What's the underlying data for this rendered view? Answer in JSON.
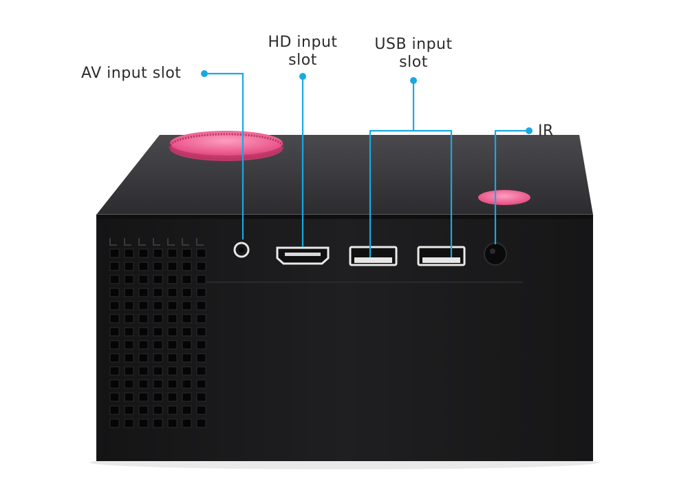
{
  "labels": {
    "av": {
      "text": "AV input slot"
    },
    "hd": {
      "line1": "HD input",
      "line2": "slot"
    },
    "usb": {
      "line1": "USB input",
      "line2": "slot"
    },
    "ir": {
      "text": "IR"
    }
  },
  "colors": {
    "callout": "#19a8e2",
    "body": "#1d1d1f",
    "top": "#3a3a3d",
    "accent_pink": "#e94b83",
    "text": "#2b2b2b"
  }
}
